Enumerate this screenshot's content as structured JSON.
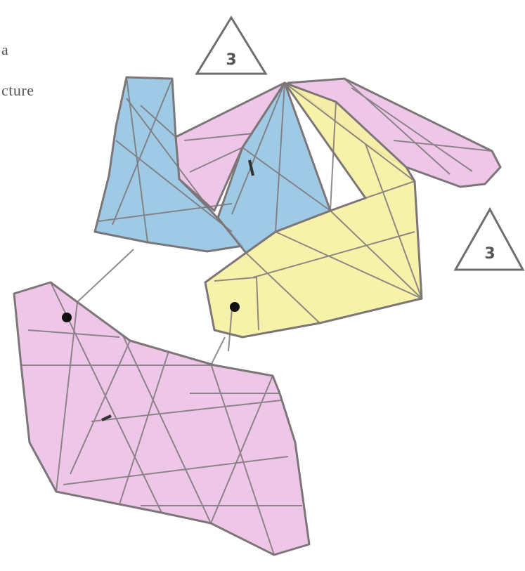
{
  "caption_fragments": [
    "a",
    "cture"
  ],
  "badges": [
    {
      "label": "3"
    },
    {
      "label": "3"
    }
  ],
  "colors": {
    "pink": "#edc2e6",
    "blue": "#96c6e3",
    "yellow": "#f6f1a2",
    "stroke": "#7d7679",
    "background": "#ffffff"
  }
}
